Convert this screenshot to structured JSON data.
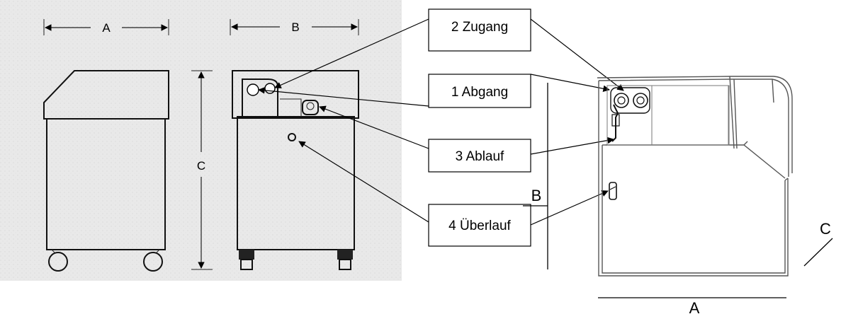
{
  "left_drawing": {
    "dim_a": "A",
    "dim_b": "B",
    "dim_c": "C"
  },
  "right_drawing": {
    "dim_a": "A",
    "dim_b": "B",
    "dim_c": "C"
  },
  "callouts": [
    {
      "label": "2 Zugang"
    },
    {
      "label": "1 Abgang"
    },
    {
      "label": "3 Ablauf"
    },
    {
      "label": "4 Überlauf"
    }
  ]
}
